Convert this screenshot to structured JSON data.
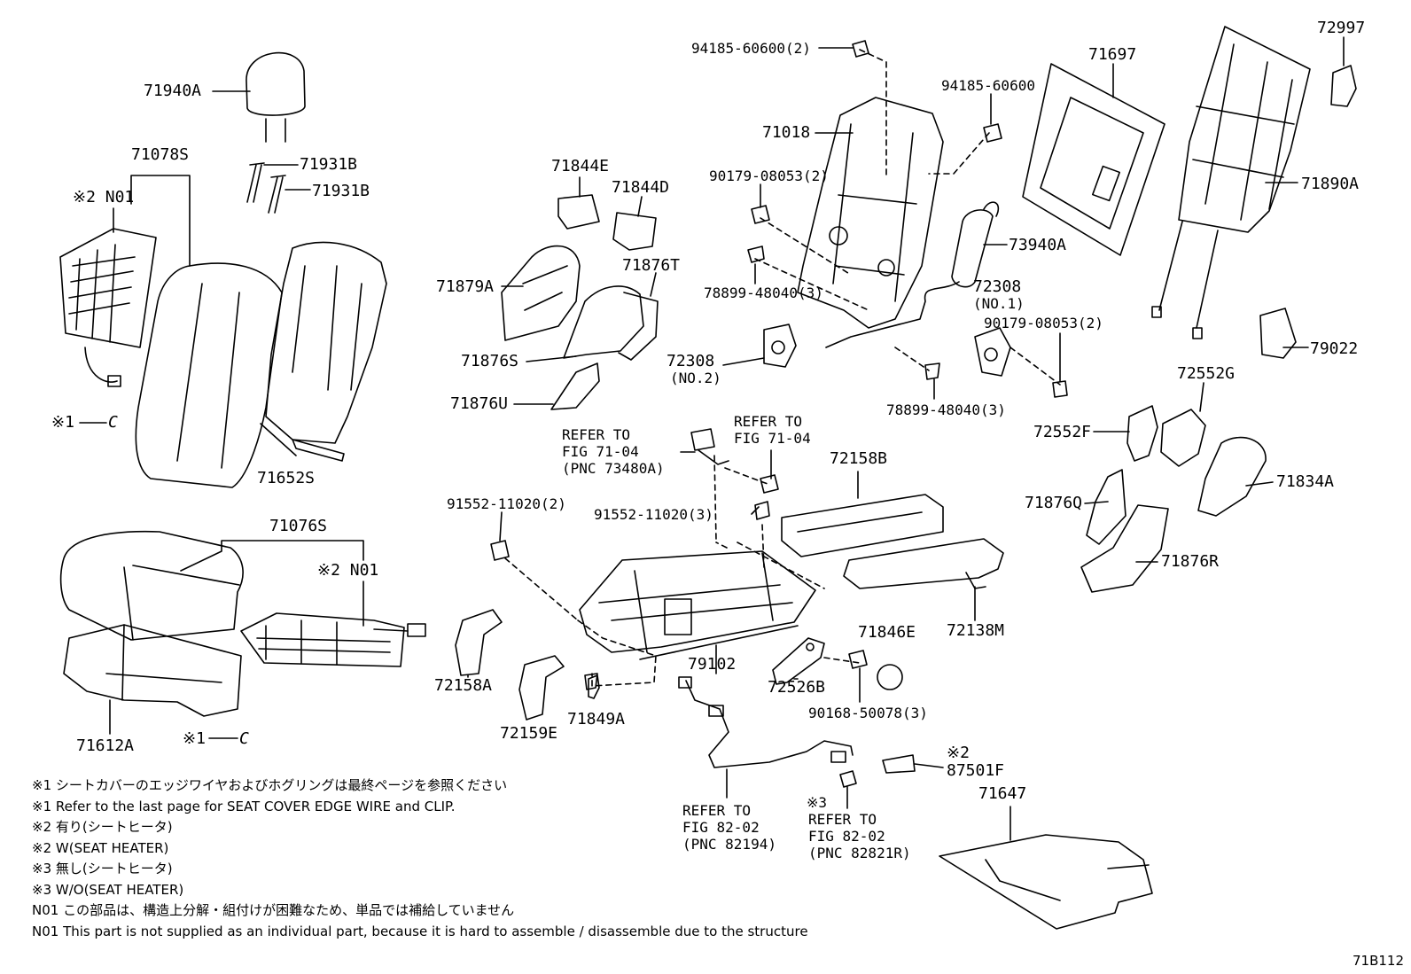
{
  "diagram_code": "71B112",
  "parts": {
    "p71940A": "71940A",
    "p71078S": "71078S",
    "p71931B_1": "71931B",
    "p71931B_2": "71931B",
    "n01_top": "※2 N01",
    "mark1_top": "※1",
    "p71652S": "71652S",
    "p71076S": "71076S",
    "n01_mid": "※2 N01",
    "p71612A": "71612A",
    "mark1_bottom": "※1",
    "clip_c_top": "C",
    "clip_c_bottom": "C",
    "p71844E": "71844E",
    "p71844D": "71844D",
    "p71879A": "71879A",
    "p71876T": "71876T",
    "p71876S": "71876S",
    "p71876U": "71876U",
    "p94185_2": "94185-60600(2)",
    "p94185": "94185-60600",
    "p71018": "71018",
    "p90179_a": "90179-08053(2)",
    "p73940A": "73940A",
    "p72308_1": "72308",
    "p72308_1_sub": "(NO.1)",
    "p78899_a": "78899-48040(3)",
    "p90179_b": "90179-08053(2)",
    "p72308_2": "72308",
    "p72308_2_sub": "(NO.2)",
    "p78899_b": "78899-48040(3)",
    "p71697": "71697",
    "p72997": "72997",
    "p71890A": "71890A",
    "p79022": "79022",
    "p72552G": "72552G",
    "p72552F": "72552F",
    "p71834A": "71834A",
    "p71876Q": "71876Q",
    "p71876R": "71876R",
    "p72158B": "72158B",
    "p91552_2": "91552-11020(2)",
    "p91552_3": "91552-11020(3)",
    "p72138M": "72138M",
    "p71846E": "71846E",
    "p79102": "79102",
    "p72526B": "72526B",
    "p90168": "90168-50078(3)",
    "p72158A": "72158A",
    "p72159E": "72159E",
    "p71849A": "71849A",
    "p87501F_mark": "※2",
    "p87501F": "87501F",
    "p71647": "71647"
  },
  "refs": {
    "fig7104_left": "REFER TO\nFIG 71-04\n(PNC 73480A)",
    "fig7104_right": "REFER TO\nFIG 71-04",
    "fig8202_left": "REFER TO\nFIG 82-02\n(PNC 82194)",
    "fig8202_right_mark": "※3",
    "fig8202_right": "REFER TO\nFIG 82-02\n(PNC 82821R)"
  },
  "notes": [
    "※1 シートカバーのエッジワイヤおよびホグリングは最終ページを参照ください",
    "※1 Refer to the last page for SEAT COVER EDGE WIRE and CLIP.",
    "※2 有り(シートヒータ)",
    "※2 W(SEAT HEATER)",
    "※3 無し(シートヒータ)",
    "※3 W/O(SEAT HEATER)",
    "N01 この部品は、構造上分解・組付けが困難なため、単品では補給していません",
    "N01 This part is not supplied as an individual part, because it is hard to assemble / disassemble due to the structure"
  ]
}
